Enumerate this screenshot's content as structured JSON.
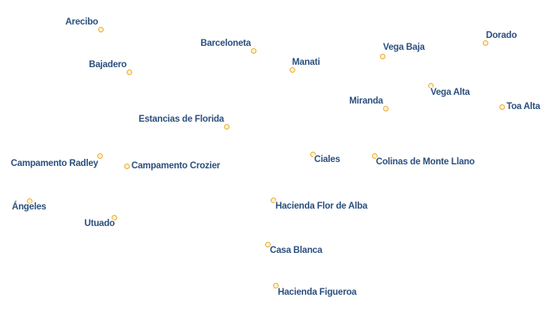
{
  "places": [
    {
      "id": "arecibo",
      "name": "Arecibo"
    },
    {
      "id": "bajadero",
      "name": "Bajadero"
    },
    {
      "id": "barceloneta",
      "name": "Barceloneta"
    },
    {
      "id": "manati",
      "name": "Manati"
    },
    {
      "id": "vega-baja",
      "name": "Vega Baja"
    },
    {
      "id": "dorado",
      "name": "Dorado"
    },
    {
      "id": "vega-alta",
      "name": "Vega Alta"
    },
    {
      "id": "miranda",
      "name": "Miranda"
    },
    {
      "id": "toa-alta",
      "name": "Toa Alta"
    },
    {
      "id": "estancias-de-florida",
      "name": "Estancias de Florida"
    },
    {
      "id": "campamento-radley",
      "name": "Campamento Radley"
    },
    {
      "id": "campamento-crozier",
      "name": "Campamento Crozier"
    },
    {
      "id": "ciales",
      "name": "Ciales"
    },
    {
      "id": "colinas-de-monte-llano",
      "name": "Colinas de Monte Llano"
    },
    {
      "id": "angeles",
      "name": "Ángeles"
    },
    {
      "id": "utuado",
      "name": "Utuado"
    },
    {
      "id": "hacienda-flor-de-alba",
      "name": "Hacienda Flor de Alba"
    },
    {
      "id": "casa-blanca",
      "name": "Casa Blanca"
    },
    {
      "id": "hacienda-figueroa",
      "name": "Hacienda Figueroa"
    }
  ],
  "colors": {
    "label": "#2b4f7e",
    "marker_fill": "#fff3c4",
    "marker_stroke": "#e8a93a",
    "background": "#ffffff"
  }
}
